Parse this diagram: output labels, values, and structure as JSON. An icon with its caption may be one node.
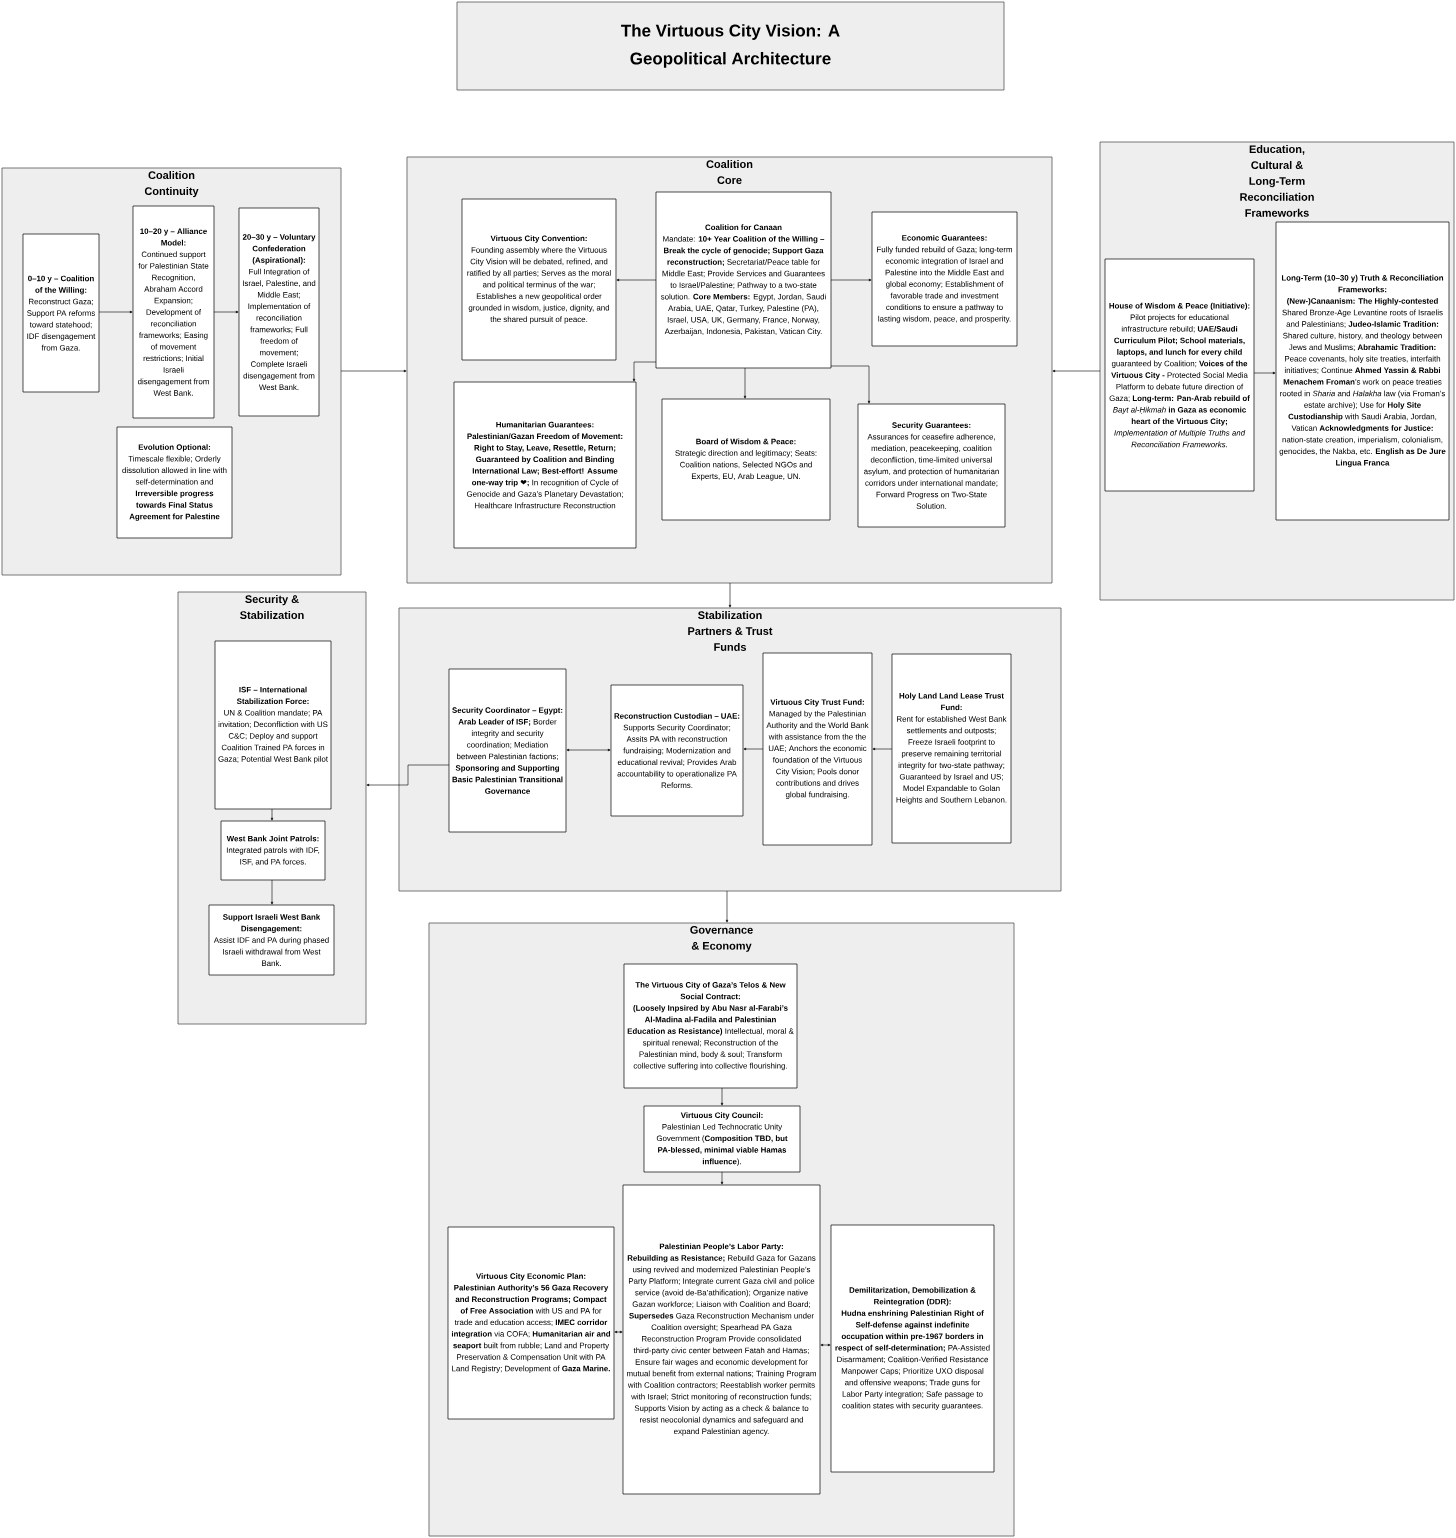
{
  "diagram": {
    "title": "The Virtuous City Vision: A Geopolitical Architecture",
    "nodes": [
      {
        "text": [
          "Coalition Continuity"
        ]
      },
      {
        "text": [
          "0–10 y – Coalition of the Willing:",
          "Reconstruct Gaza; Support PA reforms toward statehood; IDF disengagement from Gaza."
        ],
        "in": 0
      },
      {
        "text": [
          "10–20 y – Alliance Model:",
          "Continued support for Palestinian State Recognition, Abraham Accord Expansion; Development of reconciliation frameworks; Easing of movement restrictions; Initial Israeli disengagement from West Bank."
        ],
        "in": 0
      },
      {
        "text": [
          "20–30 y – Voluntary Confederation (Aspirational):",
          "Full Integration of Israel, Palestine, and Middle East; Implementation of reconciliation frameworks; Full freedom of movement; Complete Israeli disengagement from West Bank."
        ],
        "in": 0
      },
      {
        "text": [
          "Evolution Optional:",
          "Timescale flexible; Orderly dissolution allowed in line with self-determination and **Irreversible progress towards Final Status Agreement for Palestine**"
        ],
        "in": 0
      },
      {
        "text": [
          "Coalition Core"
        ]
      },
      {
        "text": [
          "Virtuous City Convention:",
          "Founding assembly where the Virtuous City Vision will be debated, refined, and ratified by all parties; Serves as the moral and political terminus of the war; Establishes a new geopolitical order grounded in wisdom, justice, dignity, and the shared pursuit of peace."
        ],
        "in": 5
      },
      {
        "text": [
          "Coalition for Canaan",
          "Mandate: **10+ Year Coalition of the Willing – Break the cycle of genocide; Support Gaza reconstruction;** Secretariat/Peace table for Middle East; Provide Services and Guarantees to Israel/Palestine; Pathway to a two-state solution. **Core Members:** Egypt, Jordan, Saudi Arabia, UAE, Qatar, Turkey, Palestine (PA), Israel, USA, UK, Germany, France, Norway, Azerbaijan, Indonesia, Pakistan, Vatican City."
        ],
        "in": 5
      },
      {
        "text": [
          "Economic Guarantees:",
          "Fully funded rebuild of Gaza; long-term economic integration of Israel and Palestine into the Middle East and global economy; Establishment of favorable trade and investment conditions to ensure a pathway to lasting wisdom, peace, and prosperity."
        ],
        "in": 5
      },
      {
        "text": [
          "Humanitarian Guarantees:",
          "**Palestinian/Gazan Freedom of Movement: Right to Stay, Leave, Resettle, Return; Guaranteed by Coalition and Binding International Law; Best-effort! Assume one-way trip ❤;** In recognition of Cycle of Genocide and Gaza’s Planetary Devastation; Healthcare Infrastructure Reconstruction"
        ],
        "in": 5
      },
      {
        "text": [
          "Board of Wisdom & Peace:",
          "Strategic direction and legitimacy; Seats: Coalition nations, Selected NGOs and Experts, EU, Arab League, UN."
        ],
        "in": 5
      },
      {
        "text": [
          "Security Guarantees:",
          "Assurances for ceasefire adherence, mediation, peacekeeping, coalition deconfliction, time-limited universal asylum, and protection of humanitarian corridors under international mandate; Forward Progress on Two-State Solution."
        ],
        "in": 5
      },
      {
        "text": [
          "Education, Cultural & Long-Term Reconciliation Frameworks"
        ]
      },
      {
        "text": [
          "House of Wisdom & Peace (Initiative):",
          "Pilot projects for educational infrastructure rebuild; **UAE/Saudi Curriculum Pilot; School materials, laptops, and lunch for every child** guaranteed by Coalition; **Voices of the Virtuous City -** Protected Social Media Platform to debate future direction of Gaza; **Long-term: Pan-Arab rebuild of** *Bayt al-Ḥikmah* **in Gaza as economic heart of the Virtuous City;** *Implementation of Multiple Truths and Reconciliation Frameworks.*"
        ],
        "in": 12
      },
      {
        "text": [
          "Long-Term (10–30 y) Truth & Reconciliation Frameworks:",
          "**(New-)Canaanism: The Highly-contested** Shared Bronze-Age Levantine roots of Israelis and Palestinians; **Judeo-Islamic Tradition:** Shared culture, history, and theology between Jews and Muslims; **Abrahamic Tradition:** Peace covenants, holy site treaties, interfaith initiatives; Continue **Ahmed Yassin & Rabbi Menachem Froman**’s work on peace treaties rooted in *Sharia* and *Halakha* law (via Froman’s estate archive); Use for **Holy Site Custodianship** with Saudi Arabia, Jordan, Vatican **Acknowledgments for Justice:** nation-state creation, imperialism, colonialism, genocides, the Nakba, etc. **English as De Jure Lingua Franca**"
        ],
        "in": 12
      },
      {
        "text": [
          "Security & Stabilization"
        ]
      },
      {
        "text": [
          "ISF – International Stabilization Force:",
          "UN & Coalition mandate; PA invitation; Deconfliction with US C&C; Deploy and support Coalition Trained PA forces in Gaza; Potential West Bank pilot"
        ],
        "in": 15
      },
      {
        "text": [
          "West Bank Joint Patrols:",
          "Integrated patrols with IDF, ISF, and PA forces."
        ],
        "in": 15
      },
      {
        "text": [
          "Support Israeli West Bank Disengagement:",
          "Assist IDF and PA during phased Israeli withdrawal from West Bank."
        ],
        "in": 15
      },
      {
        "text": [
          "Stabilization Partners & Trust Funds"
        ]
      },
      {
        "text": [
          "Security Coordinator – Egypt:",
          "**Arab Leader of ISF;** Border integrity and security coordination; Mediation between Palestinian factions; **Sponsoring and Supporting Basic Palestinian Transitional Governance**"
        ],
        "in": 19
      },
      {
        "text": [
          "Reconstruction Custodian – UAE:",
          "Supports Security Coordinator; Assits PA with reconstruction fundraising; Modernization and educational revival; Provides Arab accountability to operationalize PA Reforms."
        ],
        "in": 19
      },
      {
        "text": [
          "Virtuous City Trust Fund:",
          "Managed by the Palestinian Authority and the World Bank with assistance from the the UAE; Anchors the economic foundation of the Virtuous City Vision; Pools donor contributions and drives global fundraising."
        ],
        "in": 19
      },
      {
        "text": [
          "Holy Land Land Lease Trust Fund:",
          "Rent for established West Bank settlements and outposts; Freeze Israeli footprint to preserve remaining territorial integrity for two-state pathway; Guaranteed by Israel and US; Model Expandable to Golan Heights and Southern Lebanon."
        ],
        "in": 19
      },
      {
        "text": [
          "Governance & Economy"
        ]
      },
      {
        "text": [
          "The Virtuous City of Gaza’s Telos & New Social Contract:",
          "**(Loosely Inpsired by Abu Nasr al-Farabi’s Al-Madina al-Fadila and Palestinian Education as Resistance)** Intellectual, moral & spiritual renewal; Reconstruction of the Palestinian mind, body & soul; Transform collective suffering into collective flourishing."
        ],
        "in": 24
      },
      {
        "text": [
          "Virtuous City Council:",
          "Palestinian Led Technocratic Unity Government (**Composition TBD, but PA-blessed, minimal viable Hamas influence**)."
        ],
        "in": 24
      },
      {
        "text": [
          "Virtuous City Economic Plan:",
          "**Palestinian Authority’s 56 Gaza Recovery and Reconstruction Programs; Compact of Free Association** with US and PA for trade and education access; **IMEC corridor integration** via COFA; **Humanitarian air and seaport** built from rubble; Land and Property Preservation & Compensation Unit with PA Land Registry; Development of **Gaza Marine.**"
        ],
        "in": 24
      },
      {
        "text": [
          "Palestinian People’s Labor Party:",
          "**Rebuilding as Resistance;** Rebuild Gaza for Gazans using revived and modernized Palestinian People’s Party Platform; Integrate current Gaza civil and police service (avoid de-Ba’athification); Organize native Gazan workforce; Liaison with Coalition and Board; **Supersedes** Gaza Reconstruction Mechanism under Coalition oversight; Spearhead PA Gaza Reconstruction Program Provide consolidated third-party civic center between Fatah and Hamas; Ensure fair wages and economic development for mutual benefit from external nations; Training Program with Coalition contractors; Reestablish worker permits with Israel; Strict monitoring of reconstruction funds; Supports Vision by acting as a check & balance to resist neocolonial dynamics and safeguard and expand Palestinian agency."
        ],
        "in": 24
      },
      {
        "text": [
          "Demilitarization, Demobilization & Reintegration (DDR):",
          "**Hudna enshrining Palestinian Right of Self-defense against indefinite occupation within pre-1967 borders in respect of self-determination;** PA-Assisted Disarmament; Coalition-Verified Resistance Manpower Caps; Prioritize UXO disposal and offensive weapons; Trade guns for Labor Party integration; Safe passage to coalition states with security guarantees."
        ],
        "in": 24
      }
    ],
    "edges": [
      {
        "from": 1,
        "to": 2,
        "arrow": "to"
      },
      {
        "from": 2,
        "to": 3,
        "arrow": "to"
      },
      {
        "from": 0,
        "to": 5,
        "arrow": "to"
      },
      {
        "from": 12,
        "to": 5,
        "arrow": "to"
      },
      {
        "from": 13,
        "to": 14,
        "arrow": "to"
      },
      {
        "from": 7,
        "to": 6,
        "arrow": "to"
      },
      {
        "from": 7,
        "to": 8,
        "arrow": "to"
      },
      {
        "from": 7,
        "to": 9,
        "arrow": "to"
      },
      {
        "from": 7,
        "to": 10,
        "arrow": "to"
      },
      {
        "from": 7,
        "to": 11,
        "arrow": "to"
      },
      {
        "from": 5,
        "to": 19,
        "arrow": "to"
      },
      {
        "from": 19,
        "to": 24,
        "arrow": "to"
      },
      {
        "from": 23,
        "to": 22,
        "arrow": "to"
      },
      {
        "from": 22,
        "to": 21,
        "arrow": "to"
      },
      {
        "from": 21,
        "to": 20,
        "arrow": "both"
      },
      {
        "from": 20,
        "to": 15,
        "arrow": "to"
      },
      {
        "from": 16,
        "to": 17,
        "arrow": "to"
      },
      {
        "from": 17,
        "to": 18,
        "arrow": "to"
      },
      {
        "from": 25,
        "to": 26,
        "arrow": "to"
      },
      {
        "from": 26,
        "to": 28,
        "arrow": "to"
      },
      {
        "from": 28,
        "to": 27,
        "arrow": "both"
      },
      {
        "from": 28,
        "to": 29,
        "arrow": "both"
      }
    ]
  }
}
